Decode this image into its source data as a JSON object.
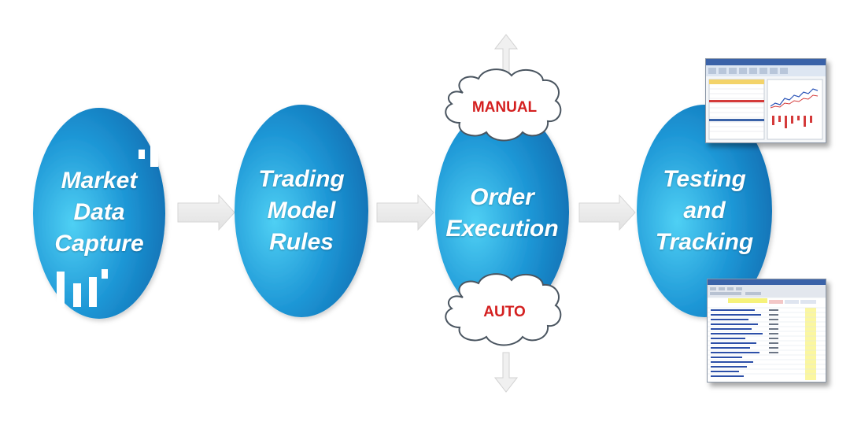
{
  "stages": [
    {
      "id": "market-data-capture",
      "lines": [
        "Market",
        "Data",
        "Capture"
      ]
    },
    {
      "id": "trading-model-rules",
      "lines": [
        "Trading",
        "Model",
        "Rules"
      ]
    },
    {
      "id": "order-execution",
      "lines": [
        "Order",
        "Execution"
      ]
    },
    {
      "id": "testing-and-tracking",
      "lines": [
        "Testing",
        "and",
        "Tracking"
      ]
    }
  ],
  "execution_modes": {
    "manual": "MANUAL",
    "auto": "AUTO"
  },
  "colors": {
    "ellipse_dark": "#1173b8",
    "ellipse_light": "#48c6ee",
    "arrow_fill": "#ebebeb",
    "arrow_stroke": "#d6d6d6",
    "cloud_text": "#d42020",
    "label_text": "#ffffff"
  },
  "icons": {
    "market_data": "bar-chart-icon",
    "spreadsheet_chart": "spreadsheet-chart-thumbnail",
    "spreadsheet_table": "spreadsheet-table-thumbnail"
  }
}
